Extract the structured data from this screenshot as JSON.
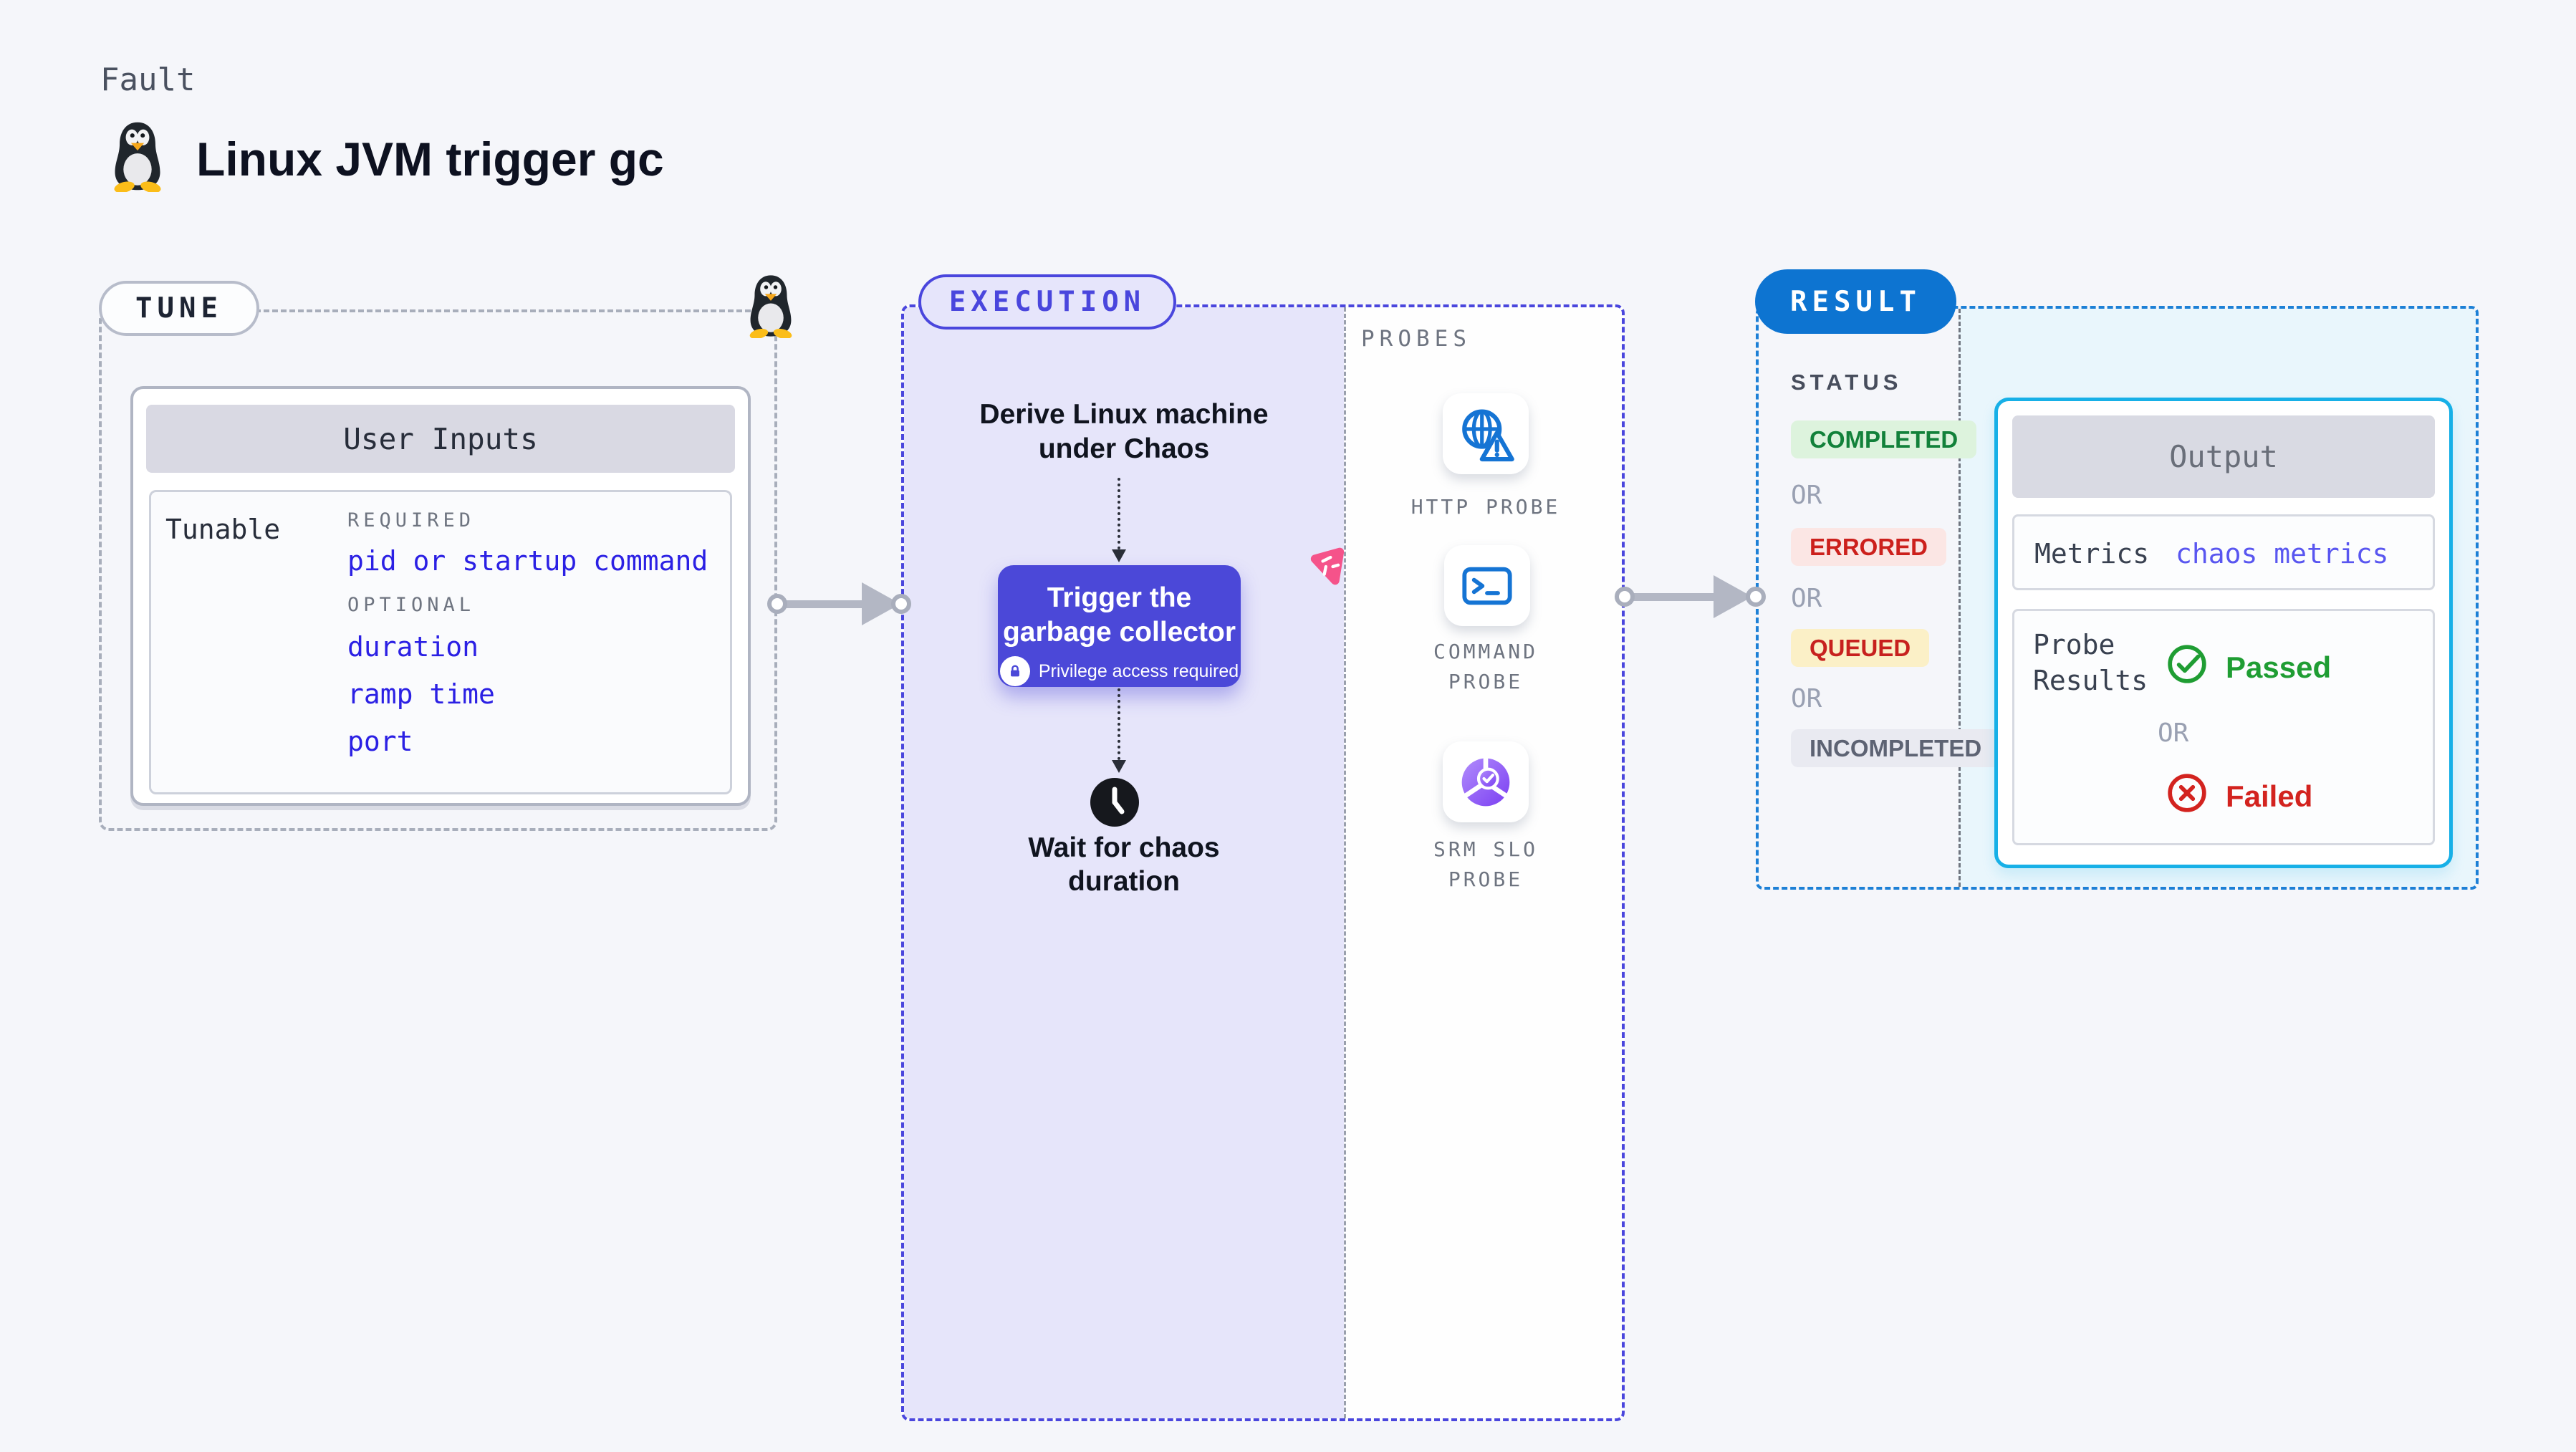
{
  "page": {
    "kicker": "Fault",
    "title": "Linux JVM trigger gc"
  },
  "tune": {
    "badge": "TUNE",
    "card_header": "User Inputs",
    "row_label": "Tunable",
    "required_label": "REQUIRED",
    "required_items": [
      "pid or startup command"
    ],
    "optional_label": "OPTIONAL",
    "optional_items": [
      "duration",
      "ramp time",
      "port"
    ]
  },
  "execution": {
    "badge": "EXECUTION",
    "derive_lines": [
      "Derive Linux machine",
      "under Chaos"
    ],
    "trigger_lines": [
      "Trigger the",
      "garbage collector"
    ],
    "privilege_note": "Privilege access required",
    "wait_lines": [
      "Wait for chaos",
      "duration"
    ]
  },
  "probes": {
    "section_label": "PROBES",
    "items": [
      {
        "icon": "http-probe-icon",
        "lines": [
          "HTTP PROBE"
        ]
      },
      {
        "icon": "command-probe-icon",
        "lines": [
          "COMMAND",
          "PROBE"
        ]
      },
      {
        "icon": "srm-slo-probe-icon",
        "lines": [
          "SRM SLO",
          "PROBE"
        ]
      }
    ]
  },
  "result": {
    "badge": "RESULT",
    "status_label": "STATUS",
    "or_label": "OR",
    "statuses": [
      {
        "label": "COMPLETED",
        "bg": "#ddf3dd",
        "color": "#12813a"
      },
      {
        "label": "ERRORED",
        "bg": "#fbe6e4",
        "color": "#cc201c"
      },
      {
        "label": "QUEUED",
        "bg": "#fbf0c7",
        "color": "#c7211e"
      },
      {
        "label": "INCOMPLETED",
        "bg": "#e9eaf1",
        "color": "#5d6373"
      }
    ],
    "output": {
      "header": "Output",
      "metrics_label": "Metrics",
      "metrics_value": "chaos metrics",
      "probe_results_label": "Probe Results",
      "passed_label": "Passed",
      "or_label": "OR",
      "failed_label": "Failed"
    }
  },
  "icons": {
    "penguin": "linux-tux-penguin",
    "lock": "privilege-lock",
    "chaos": "pink-chaos-triangle",
    "clock": "wait-clock",
    "passed": "green-check-circle",
    "failed": "red-x-circle"
  },
  "colors": {
    "page_bg": "#f5f6fa",
    "indigo": "#4a46dd",
    "trigger_bg": "#4b48d8",
    "lavender_bg": "#e6e5fa",
    "result_blue": "#0d74d1",
    "result_dash": "#1d80d6",
    "output_border": "#17b0e7",
    "cyan_bg": "#e9f6fc",
    "link_blue": "#2b20e4",
    "value_blue": "#5956f0",
    "passed_green": "#1f9d33",
    "failed_red": "#d3231f",
    "probe_icon_blue": "#1574d4",
    "arrow_gray": "#b3b7c4"
  }
}
